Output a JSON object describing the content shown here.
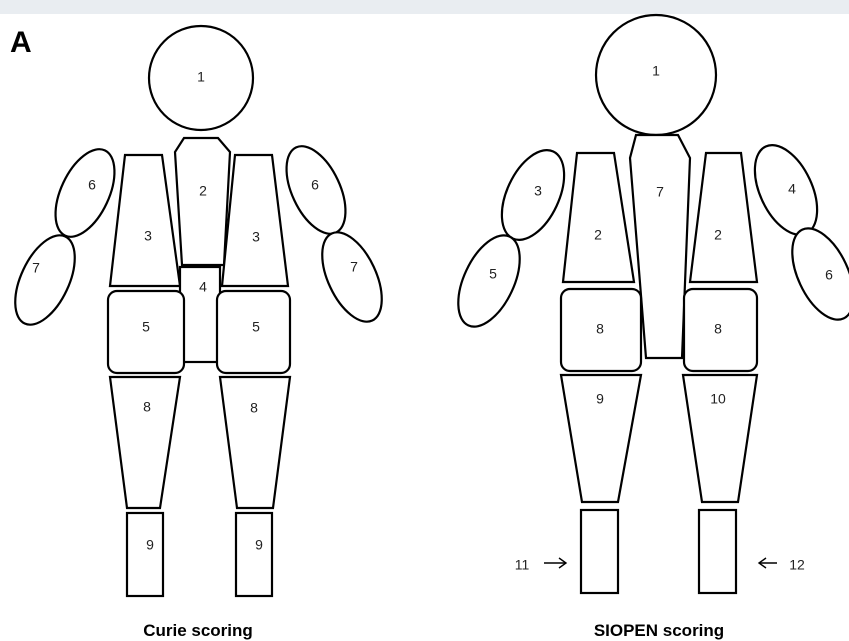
{
  "panel_letter": "A",
  "curie": {
    "caption": "Curie scoring",
    "labels": {
      "head": "1",
      "neck_chest": "2",
      "left_upper_torso": "3",
      "right_upper_torso": "3",
      "mid_abdomen": "4",
      "left_pelvis": "5",
      "right_pelvis": "5",
      "left_upper_arm": "6",
      "right_upper_arm": "6",
      "left_forearm": "7",
      "right_forearm": "7",
      "left_thigh": "8",
      "right_thigh": "8",
      "left_leg": "9",
      "right_leg": "9"
    }
  },
  "siopen": {
    "caption": "SIOPEN scoring",
    "labels": {
      "head": "1",
      "left_upper_torso": "2",
      "right_upper_torso": "2",
      "left_upper_arm": "3",
      "right_upper_arm": "4",
      "left_forearm": "5",
      "right_forearm": "6",
      "spine": "7",
      "left_pelvis": "8",
      "right_pelvis": "8",
      "left_thigh": "9",
      "right_thigh": "10",
      "left_leg": "11",
      "right_leg": "12"
    }
  }
}
